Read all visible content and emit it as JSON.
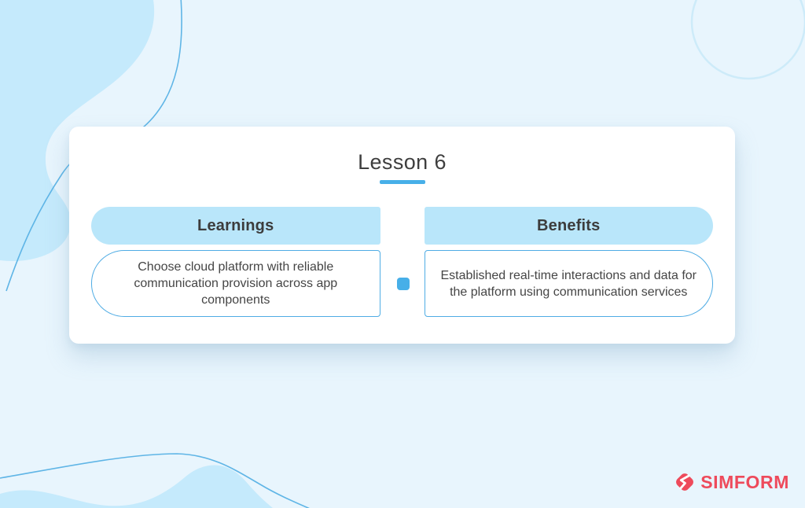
{
  "slide": {
    "title": "Lesson 6",
    "columns": [
      {
        "header": "Learnings",
        "body": "Choose cloud platform with reliable communication provision across app components"
      },
      {
        "header": "Benefits",
        "body": "Established real-time interactions and data for the platform using communication services"
      }
    ]
  },
  "logo": {
    "text": "SIMFORM",
    "brand_color": "#ee4a5b"
  },
  "icons": {
    "connector": "square-bullet-icon",
    "logo_mark": "simform-s-arrows-icon"
  },
  "colors": {
    "background": "#e8f5fd",
    "decor_blob_fill": "#c5eafc",
    "decor_line": "#5fb5e6",
    "circle_outline": "#cdebf9",
    "pill_fill": "#b9e6fa",
    "box_border": "#4face4",
    "accent": "#47afe8",
    "heading_text": "#3e3e3e",
    "body_text": "#454545"
  }
}
